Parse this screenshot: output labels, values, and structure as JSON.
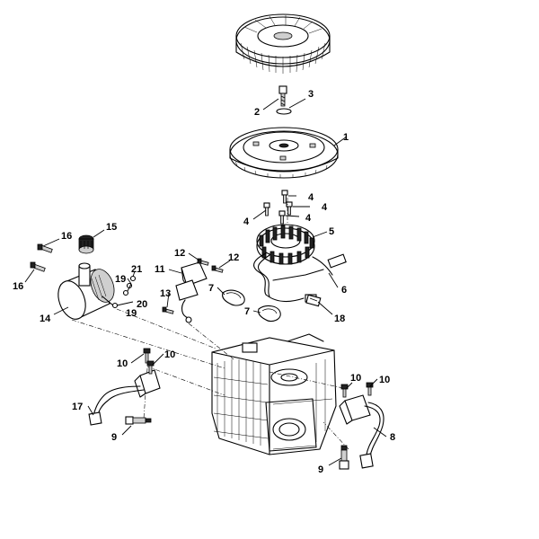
{
  "diagram": {
    "callouts": [
      {
        "id": "c1",
        "text": "1"
      },
      {
        "id": "c2",
        "text": "2"
      },
      {
        "id": "c3",
        "text": "3"
      },
      {
        "id": "c4a",
        "text": "4"
      },
      {
        "id": "c4b",
        "text": "4"
      },
      {
        "id": "c4c",
        "text": "4"
      },
      {
        "id": "c4d",
        "text": "4"
      },
      {
        "id": "c5",
        "text": "5"
      },
      {
        "id": "c6",
        "text": "6"
      },
      {
        "id": "c7a",
        "text": "7"
      },
      {
        "id": "c7b",
        "text": "7"
      },
      {
        "id": "c8",
        "text": "8"
      },
      {
        "id": "c9a",
        "text": "9"
      },
      {
        "id": "c9b",
        "text": "9"
      },
      {
        "id": "c10a",
        "text": "10"
      },
      {
        "id": "c10b",
        "text": "10"
      },
      {
        "id": "c10c",
        "text": "10"
      },
      {
        "id": "c10d",
        "text": "10"
      },
      {
        "id": "c11",
        "text": "11"
      },
      {
        "id": "c12a",
        "text": "12"
      },
      {
        "id": "c12b",
        "text": "12"
      },
      {
        "id": "c13",
        "text": "13"
      },
      {
        "id": "c14",
        "text": "14"
      },
      {
        "id": "c15",
        "text": "15"
      },
      {
        "id": "c16a",
        "text": "16"
      },
      {
        "id": "c16b",
        "text": "16"
      },
      {
        "id": "c17",
        "text": "17"
      },
      {
        "id": "c18",
        "text": "18"
      },
      {
        "id": "c19a",
        "text": "19"
      },
      {
        "id": "c19b",
        "text": "19"
      },
      {
        "id": "c20",
        "text": "20"
      },
      {
        "id": "c21",
        "text": "21"
      }
    ]
  }
}
